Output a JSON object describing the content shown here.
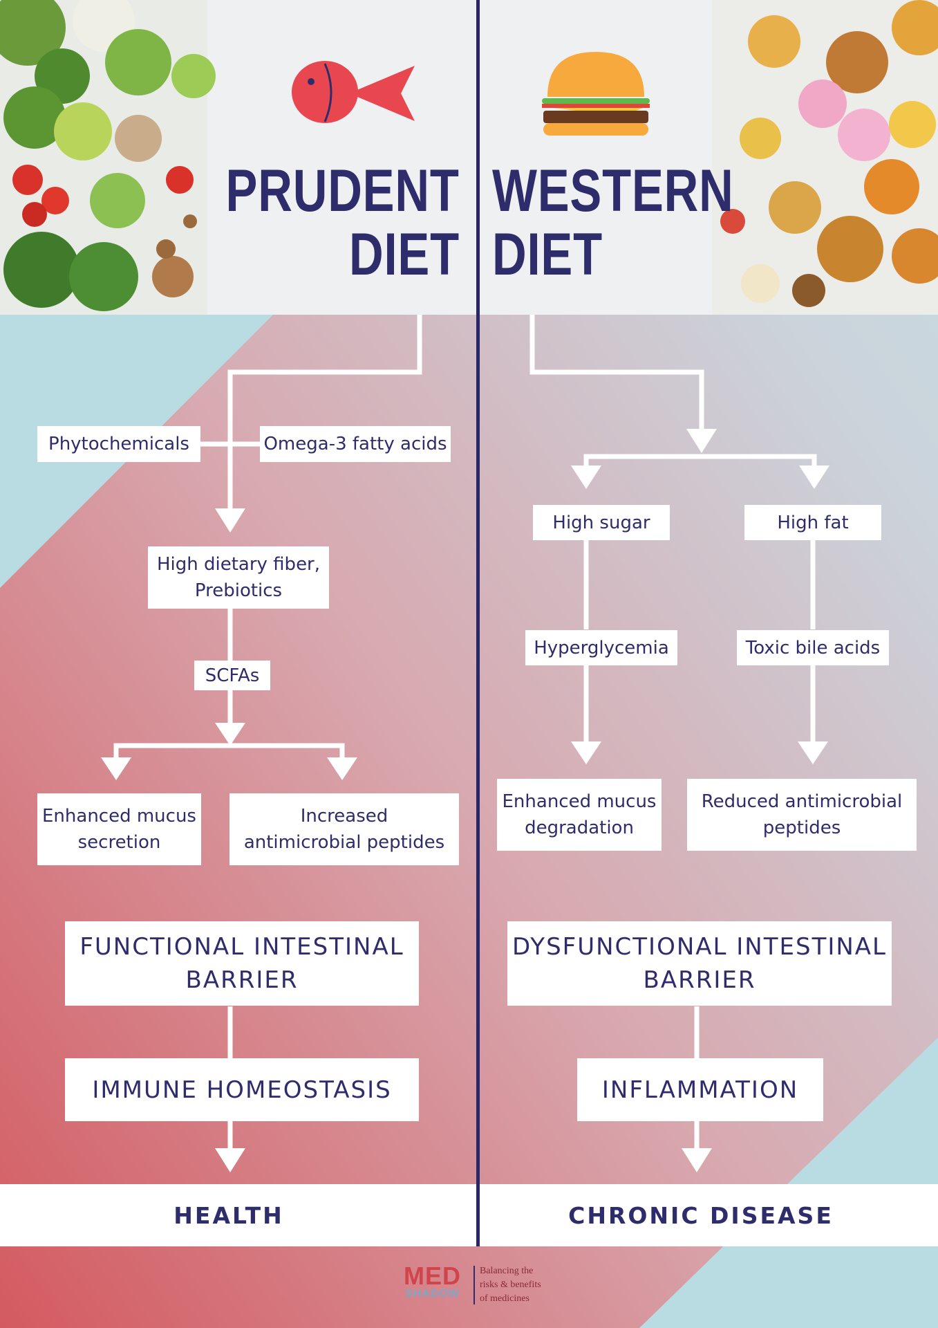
{
  "titles": {
    "left_line1": "PRUDENT",
    "left_line2": "DIET",
    "right_line1": "WESTERN",
    "right_line2": "DIET"
  },
  "icons": {
    "left": "fish-icon",
    "right": "burger-icon"
  },
  "colors": {
    "navy": "#2e2c6a",
    "red": "#d35a60",
    "teal": "#b7dde2",
    "fish": "#e8474f"
  },
  "prudent": {
    "phytochemicals": "Phytochemicals",
    "omega3": "Omega-3 fatty acids",
    "fiber_line1": "High dietary fiber,",
    "fiber_line2": "Prebiotics",
    "scfas": "SCFAs",
    "mucus_line1": "Enhanced mucus",
    "mucus_line2": "secretion",
    "peptides_line1": "Increased",
    "peptides_line2": "antimicrobial peptides",
    "barrier_line1": "FUNCTIONAL INTESTINAL",
    "barrier_line2": "BARRIER",
    "immune": "IMMUNE HOMEOSTASIS",
    "outcome": "HEALTH"
  },
  "western": {
    "sugar": "High sugar",
    "fat": "High fat",
    "hyperglycemia": "Hyperglycemia",
    "bile": "Toxic bile acids",
    "mucus_line1": "Enhanced mucus",
    "mucus_line2": "degradation",
    "peptides_line1": "Reduced antimicrobial",
    "peptides_line2": "peptides",
    "barrier_line1": "DYSFUNCTIONAL INTESTINAL",
    "barrier_line2": "BARRIER",
    "inflammation": "INFLAMMATION",
    "outcome": "CHRONIC DISEASE"
  },
  "logo": {
    "word1": "MED",
    "word2": "SHADOW",
    "tagline1": "Balancing the",
    "tagline2": "risks & benefits",
    "tagline3": "of medicines"
  }
}
